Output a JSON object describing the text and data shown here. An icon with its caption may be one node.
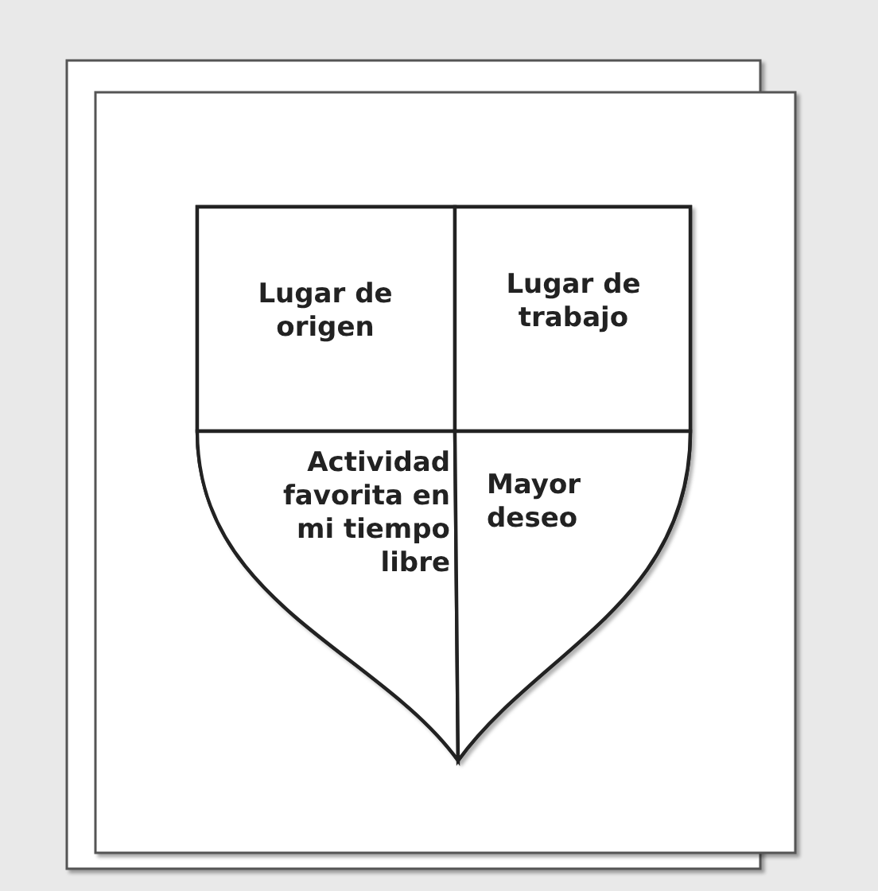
{
  "diagram": {
    "nodes": [
      {
        "text": [],
        "shape": "shield"
      },
      {
        "text": [
          "Lugar de origen"
        ],
        "in": 0
      },
      {
        "text": [
          "Lugar de trabajo"
        ],
        "in": 0
      },
      {
        "text": [
          "Actividad favorita en mi tiempo libre"
        ],
        "in": 0
      },
      {
        "text": [
          "Mayor deseo"
        ],
        "in": 0
      }
    ]
  }
}
